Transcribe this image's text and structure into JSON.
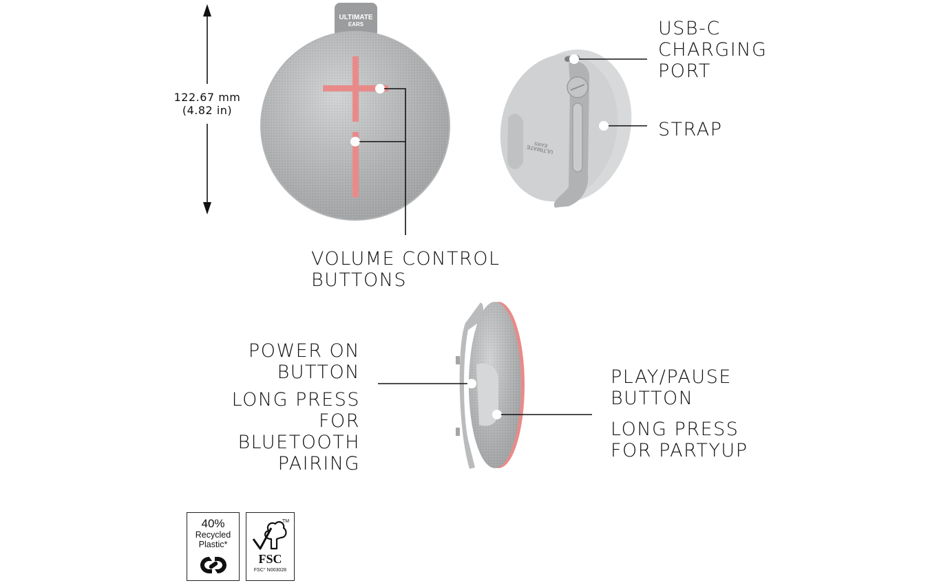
{
  "dimension": {
    "line1": "122.67 mm",
    "line2": "(4.82 in)"
  },
  "logo_tab": {
    "line1": "ULTIMATE",
    "line2": "EARS"
  },
  "back_logo": {
    "line1": "ULTIMATE",
    "line2": "EARS"
  },
  "callouts": {
    "usb": [
      "USB-C",
      "CHARGING",
      "PORT"
    ],
    "strap": "STRAP",
    "volume": [
      "VOLUME CONTROL",
      "BUTTONS"
    ],
    "power": [
      "POWER ON",
      "BUTTON"
    ],
    "power_long": [
      "LONG PRESS",
      "FOR",
      "BLUETOOTH",
      "PAIRING"
    ],
    "play": [
      "PLAY/PAUSE",
      "BUTTON"
    ],
    "play_long": [
      "LONG PRESS",
      "FOR PARTYUP"
    ]
  },
  "badges": {
    "recycled": {
      "percent": "40%",
      "line1": "Recycled",
      "line2": "Plastic*"
    },
    "fsc": {
      "tm": "TM",
      "name": "FSC",
      "code": "FSC° N003028"
    }
  },
  "colors": {
    "speaker_grey": "#c9cbcc",
    "accent_pink": "#e98a8a",
    "line": "#111111"
  }
}
